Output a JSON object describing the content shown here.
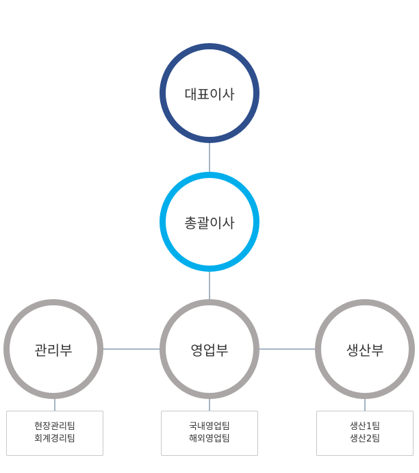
{
  "org_chart": {
    "ceo": {
      "label": "대표이사"
    },
    "general_manager": {
      "label": "총괄이사"
    },
    "departments": [
      {
        "label": "관리부",
        "teams": [
          "현장관리팀",
          "회계경리팀"
        ]
      },
      {
        "label": "영업부",
        "teams": [
          "국내영업팀",
          "해외영업팀"
        ]
      },
      {
        "label": "생산부",
        "teams": [
          "생산1팀",
          "생산2팀"
        ]
      }
    ]
  },
  "colors": {
    "ceo_ring": "#2e4e8c",
    "general_manager_ring": "#00aeec",
    "department_ring": "#aaa6a6",
    "connector": "#4a6a8a"
  }
}
